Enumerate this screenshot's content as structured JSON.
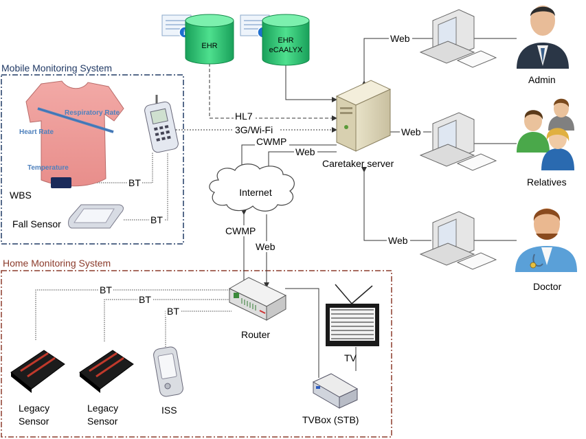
{
  "groups": {
    "mobile": "Mobile Monitoring System",
    "home": "Home Monitoring System"
  },
  "databases": {
    "ehr": "EHR",
    "ehr_ecaalyx_line1": "EHR",
    "ehr_ecaalyx_line2": "eCAALYX"
  },
  "server": "Caretaker server",
  "internet": "Internet",
  "router": "Router",
  "users": {
    "admin": "Admin",
    "relatives": "Relatives",
    "doctor": "Doctor"
  },
  "mobile_devices": {
    "wbs": "WBS",
    "fall_sensor": "Fall Sensor",
    "shirt_labels": {
      "respiratory": "Respiratory Rate",
      "heart": "Heart Rate",
      "temperature": "Temperature"
    }
  },
  "home_devices": {
    "legacy1_line1": "Legacy",
    "legacy1_line2": "Sensor",
    "legacy2_line1": "Legacy",
    "legacy2_line2": "Sensor",
    "iss": "ISS",
    "tv": "TV",
    "tvbox": "TVBox (STB)"
  },
  "links": {
    "hl7": "HL7",
    "wifi": "3G/Wi-Fi",
    "cwmp_top": "CWMP",
    "web_top": "Web",
    "cwmp_mid": "CWMP",
    "web_mid": "Web",
    "web_admin": "Web",
    "web_relatives": "Web",
    "web_doctor": "Web",
    "bt_wbs": "BT",
    "bt_fall": "BT",
    "bt_legacy1": "BT",
    "bt_legacy2": "BT",
    "bt_iss": "BT"
  },
  "colors": {
    "mobile_border": "#1f3864",
    "home_border": "#8b3a2a",
    "db_green": "#2ecc71",
    "line": "#333333"
  }
}
